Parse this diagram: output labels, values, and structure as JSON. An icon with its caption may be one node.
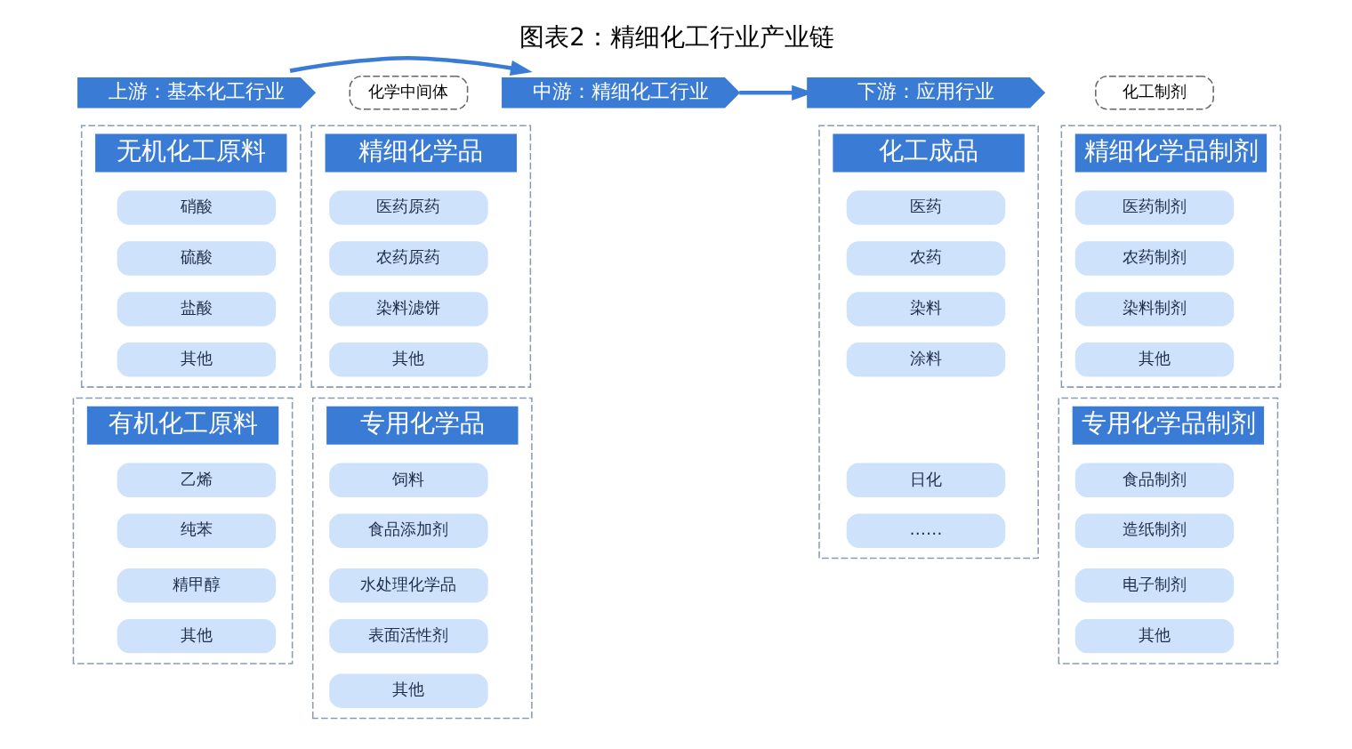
{
  "diagram": {
    "title": "图表2：精细化工行业产业链",
    "nodes": [
      {
        "text": [
          "上游：基本化工行业"
        ]
      },
      {
        "text": [
          "中游：精细化工行业"
        ]
      },
      {
        "text": [
          "下游：应用行业"
        ]
      },
      {
        "text": [
          "无机化工原料"
        ]
      },
      {
        "text": [
          "硝酸"
        ],
        "in": 3
      },
      {
        "text": [
          "硫酸"
        ],
        "in": 3
      },
      {
        "text": [
          "盐酸"
        ],
        "in": 3
      },
      {
        "text": [
          "其他"
        ],
        "in": 3
      },
      {
        "text": [
          "有机化工原料"
        ]
      },
      {
        "text": [
          "乙烯"
        ],
        "in": 8
      },
      {
        "text": [
          "纯苯"
        ],
        "in": 8
      },
      {
        "text": [
          "精甲醇"
        ],
        "in": 8
      },
      {
        "text": [
          "其他"
        ],
        "in": 8
      },
      {
        "text": [
          "化学中间体"
        ]
      },
      {
        "text": [
          "化工制剂"
        ]
      },
      {
        "text": [
          "精细化学品"
        ]
      },
      {
        "text": [
          "医药原药"
        ],
        "in": 15
      },
      {
        "text": [
          "农药原药"
        ],
        "in": 15
      },
      {
        "text": [
          "染料滤饼"
        ],
        "in": 15
      },
      {
        "text": [
          "其他"
        ],
        "in": 15
      },
      {
        "text": [
          "专用化学品"
        ]
      },
      {
        "text": [
          "饲料"
        ],
        "in": 20
      },
      {
        "text": [
          "食品添加剂"
        ],
        "in": 20
      },
      {
        "text": [
          "水处理化学品"
        ],
        "in": 20
      },
      {
        "text": [
          "表面活性剂"
        ],
        "in": 20
      },
      {
        "text": [
          "其他"
        ],
        "in": 20
      },
      {
        "text": [
          "精细化学品制剂"
        ]
      },
      {
        "text": [
          "医药制剂"
        ],
        "in": 26
      },
      {
        "text": [
          "农药制剂"
        ],
        "in": 26
      },
      {
        "text": [
          "染料制剂"
        ],
        "in": 26
      },
      {
        "text": [
          "其他"
        ],
        "in": 26
      },
      {
        "text": [
          "专用化学品制剂"
        ]
      },
      {
        "text": [
          "食品制剂"
        ],
        "in": 31
      },
      {
        "text": [
          "造纸制剂"
        ],
        "in": 31
      },
      {
        "text": [
          "电子制剂"
        ],
        "in": 31
      },
      {
        "text": [
          "其他"
        ],
        "in": 31
      },
      {
        "text": [
          "化工成品"
        ]
      },
      {
        "text": [
          "医药"
        ],
        "in": 36
      },
      {
        "text": [
          "农药"
        ],
        "in": 36
      },
      {
        "text": [
          "染料"
        ],
        "in": 36
      },
      {
        "text": [
          "涂料"
        ],
        "in": 36
      },
      {
        "text": [
          "日化"
        ],
        "in": 36
      },
      {
        "text": [
          "……"
        ],
        "in": 36
      }
    ],
    "edges": [
      {
        "from": 0,
        "to": 1,
        "arrow": "to"
      },
      {
        "from": 1,
        "to": 2,
        "arrow": "to"
      }
    ]
  }
}
